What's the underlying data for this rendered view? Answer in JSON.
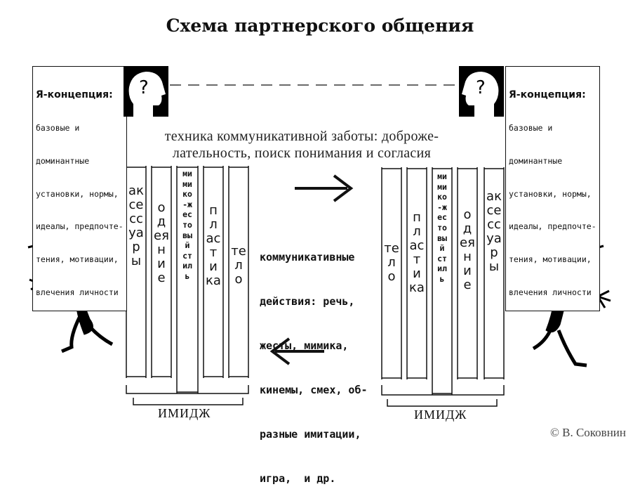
{
  "title": "Схема партнерского общения",
  "self_concept": {
    "heading": "Я-концепция:",
    "lines": [
      "базовые и",
      "доминантные",
      "установки, нормы,",
      "идеалы, предпочте-",
      "тения, мотивации,",
      "влечения личности"
    ]
  },
  "head_symbol": "?",
  "technique": {
    "line1": "техника коммуникативной заботы: доброже-",
    "line2": "лательность, поиск понимания и согласия"
  },
  "actions": {
    "lines": [
      "коммуникативные",
      "действия: речь,",
      "жесты, мимика,",
      "кинемы, смех, об-",
      "разные имитации,",
      "игра,  и др."
    ]
  },
  "image_elements": {
    "accessories": "аксессуары",
    "clothing": "одеяние",
    "gesture_style": "мимико-жестовый стиль",
    "plasticity": "пластика",
    "body": "тело"
  },
  "image_label": "ИМИДЖ",
  "copyright": "© В. Соковнин"
}
